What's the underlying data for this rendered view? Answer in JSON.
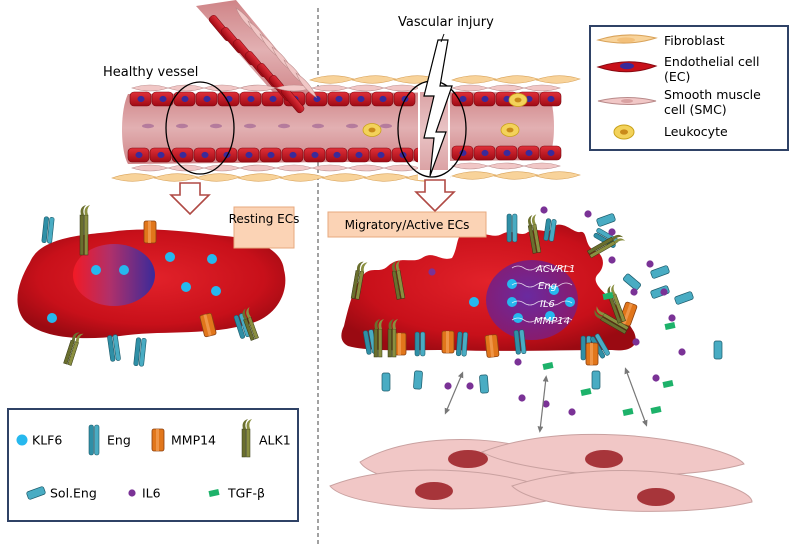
{
  "labels": {
    "healthy_vessel": "Healthy vessel",
    "vascular_injury": "Vascular injury",
    "resting_ecs": "Resting ECs",
    "migratory_ecs": "Migratory/Active ECs"
  },
  "cell_legend": [
    {
      "icon": "fibroblast-icon",
      "lines": [
        "Fibroblast"
      ]
    },
    {
      "icon": "endothelial-cell-icon",
      "lines": [
        "Endothelial cell",
        "(EC)"
      ]
    },
    {
      "icon": "smooth-muscle-cell-icon",
      "lines": [
        "Smooth muscle",
        "cell (SMC)"
      ]
    },
    {
      "icon": "leukocyte-icon",
      "lines": [
        "Leukocyte"
      ]
    }
  ],
  "molecule_legend": [
    {
      "icon": "klf6-icon",
      "label": "KLF6"
    },
    {
      "icon": "eng-icon",
      "label": "Eng"
    },
    {
      "icon": "mmp14-icon",
      "label": "MMP14"
    },
    {
      "icon": "alk1-icon",
      "label": "ALK1"
    },
    {
      "icon": "sol-eng-icon",
      "label": "Sol.Eng"
    },
    {
      "icon": "il6-icon",
      "label": "IL6"
    },
    {
      "icon": "tgf-beta-icon",
      "label": "TGF-β"
    }
  ],
  "genes": [
    "ACVRL1",
    "Eng",
    "IL6",
    "MMP14"
  ],
  "colors": {
    "endothelial": "#c8101a",
    "vessel_lumen": "#d99a9c",
    "fibroblast": "#f8d39a",
    "smc": "#f1c7c6",
    "smc_nucleus": "#a7353a",
    "klf6": "#26b8ee",
    "eng": "#2f8fa6",
    "mmp14": "#e1761b",
    "alk1": "#6a6f2e",
    "il6": "#7a3296",
    "tgf_beta": "#1db26a",
    "callout_bg": "#fbd3b5",
    "legend_border": "#2f4266"
  }
}
